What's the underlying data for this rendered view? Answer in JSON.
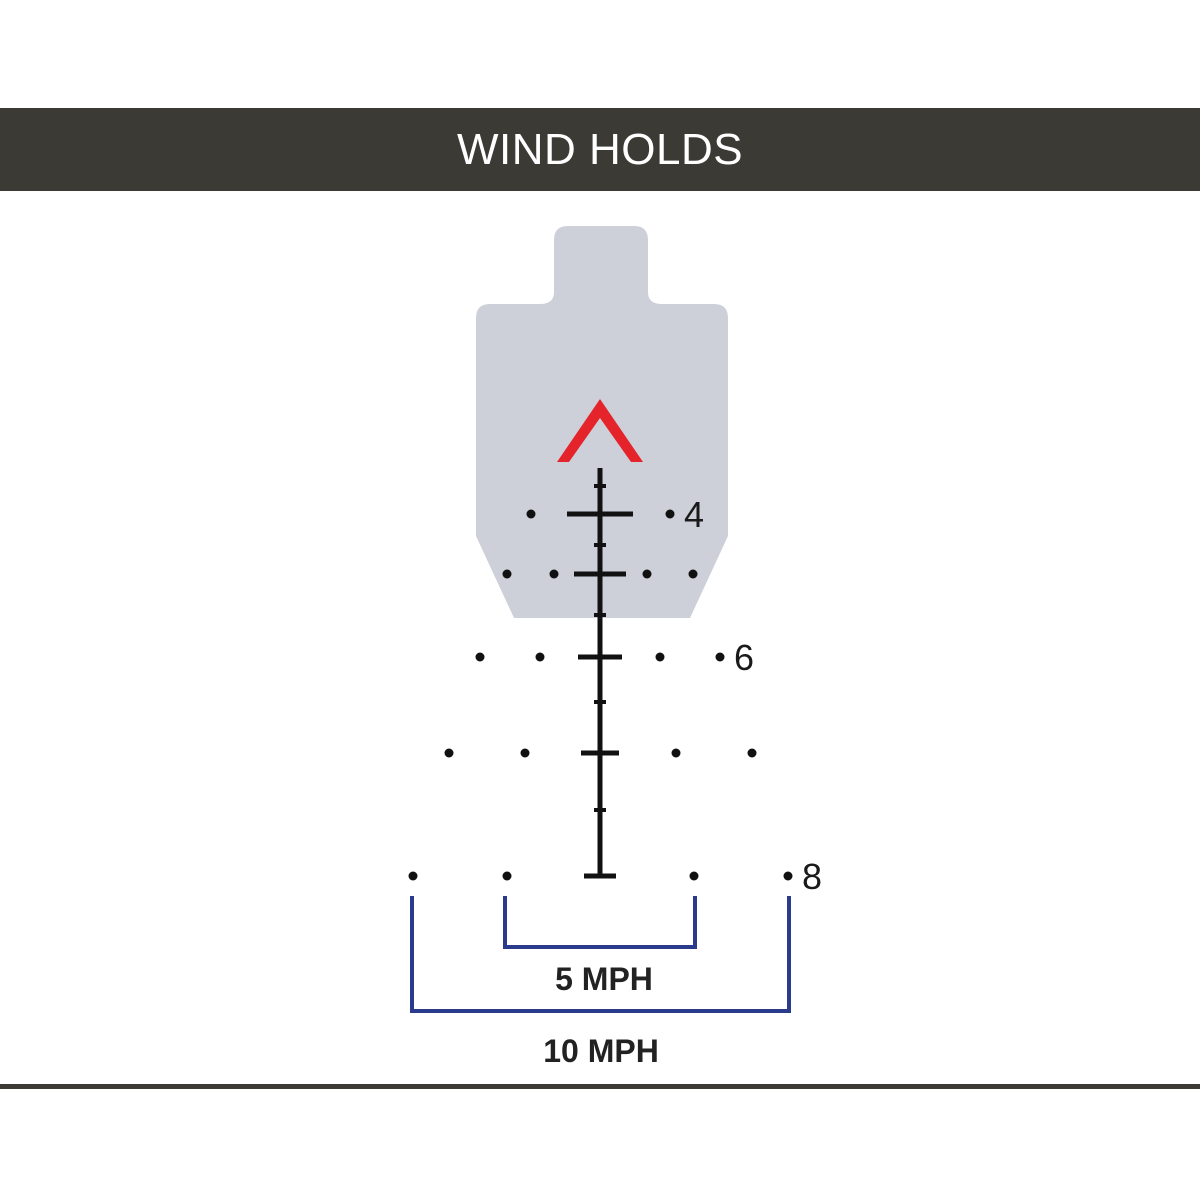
{
  "header": {
    "title": "WIND HOLDS"
  },
  "reticle": {
    "range_labels": [
      {
        "key": "r4",
        "text": "4"
      },
      {
        "key": "r6",
        "text": "6"
      },
      {
        "key": "r8",
        "text": "8"
      }
    ]
  },
  "wind_brackets": {
    "inner_label": "5 MPH",
    "outer_label": "10 MPH"
  },
  "colors": {
    "header_bg": "#3b3a35",
    "target_fill": "#cdd0d9",
    "chevron": "#e4232a",
    "reticle": "#111111",
    "bracket": "#2a3a8c"
  }
}
